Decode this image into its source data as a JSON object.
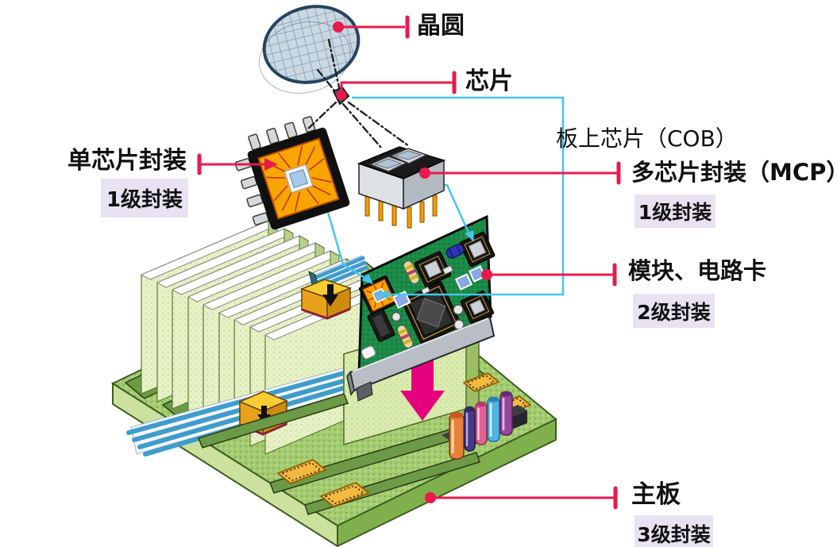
{
  "figure": {
    "title_hint": "semiconductor packaging hierarchy diagram",
    "callout_labels": {
      "wafer": "晶圆",
      "die": "芯片",
      "single_chip_package": "单芯片封装",
      "single_chip_package_level": "1级封装",
      "chip_on_board": "板上芯片（COB）",
      "multi_chip_package": "多芯片封装（MCP）",
      "multi_chip_package_level": "1级封装",
      "module_circuit_card": "模块、电路卡",
      "module_circuit_card_level": "2级封装",
      "motherboard": "主板",
      "motherboard_level": "3级封装"
    },
    "colors": {
      "callout_red": "#e81a4d",
      "connector_cyan": "#45c4ef",
      "badge_background": "#e9e2f2",
      "label_text": "#111111",
      "motherboard_green": "#a3cc70",
      "pcb_green": "#1b8a46",
      "package_orange": "#f7a600",
      "down_arrow_pink": "#e5007d",
      "pin_orange": "#f59b00",
      "ribbon_blue": "#3f9ccc"
    }
  }
}
